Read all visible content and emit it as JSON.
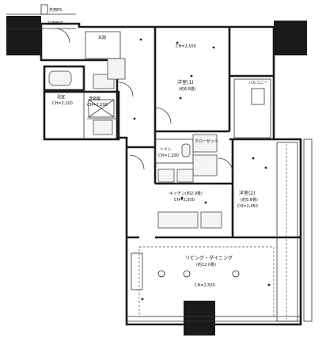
{
  "plan": {
    "rooms": {
      "hall": "共用廊下",
      "entrance": "玄関",
      "bath": "浴室",
      "wash": "洗面室",
      "western1": "洋室(1)",
      "western1_sub": "(約6.8畳)",
      "western2": "洋室(2)",
      "western2_sub": "(約5.8畳)",
      "toilet": "トイレ",
      "kitchen": "キッチン(約2.9畳)",
      "ldk": "リビング・ダイニング",
      "ldk_sub": "(約12.0畳)",
      "balcony": "バルコニー",
      "pipe_space": "共用PS",
      "closet": "クローゼット"
    },
    "ceiling_heights": {
      "ch1": "CH=2,500",
      "ch2": "CH=2,450",
      "ch3": "CH=2,200",
      "ch4": "CH=2,100"
    }
  }
}
